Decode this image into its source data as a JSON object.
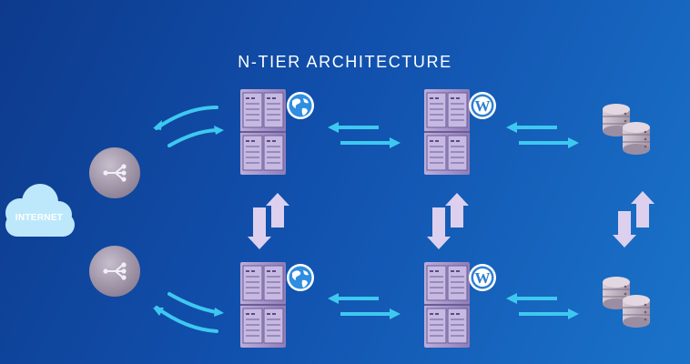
{
  "title": "N-TIER ARCHITECTURE",
  "internet": {
    "label": "INTERNET"
  },
  "colors": {
    "background_start": "#0d3a8c",
    "background_end": "#1a73c9",
    "arrow_cyan": "#3ec8f0",
    "arrow_lavender": "#dcd0ee",
    "server_body": "#a593c8",
    "globe_blue": "#2f8ee0",
    "cloud": "#bde8fb"
  },
  "nodes": [
    {
      "id": "internet",
      "icon": "cloud-icon"
    },
    {
      "id": "load-balancer-top",
      "icon": "network-share-icon"
    },
    {
      "id": "load-balancer-bottom",
      "icon": "network-share-icon"
    },
    {
      "id": "web-server-top",
      "icon": "globe-icon"
    },
    {
      "id": "web-server-bottom",
      "icon": "globe-icon"
    },
    {
      "id": "app-server-top",
      "icon": "wordpress-icon"
    },
    {
      "id": "app-server-bottom",
      "icon": "wordpress-icon"
    },
    {
      "id": "database-top",
      "icon": "database-icon"
    },
    {
      "id": "database-bottom",
      "icon": "database-icon"
    }
  ]
}
